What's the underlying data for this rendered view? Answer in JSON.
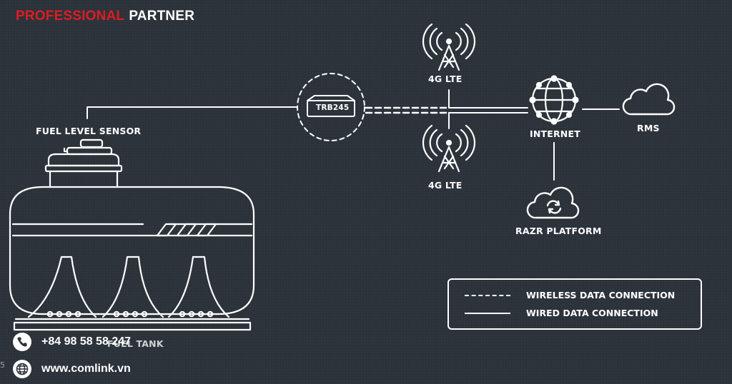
{
  "brand": {
    "part1": "PROFESSIONAL",
    "part2": "PARTNER"
  },
  "nodes": {
    "fuel_level_sensor": "FUEL LEVEL SENSOR",
    "router": "TRB245",
    "tower_top": "4G LTE",
    "tower_bottom": "4G LTE",
    "internet": "INTERNET",
    "rms": "RMS",
    "razr_platform": "RAZR PLATFORM",
    "fuel_tank": "FUEL TANK"
  },
  "legend": {
    "wireless": "WIRELESS DATA CONNECTION",
    "wired": "WIRED DATA CONNECTION"
  },
  "contact": {
    "phone": "+84 98 58 58 247",
    "website": "www.comlink.vn"
  },
  "edge_mark": "5",
  "colors": {
    "background": "#2b323a",
    "brand_red": "#e01b22",
    "line": "#ffffff"
  },
  "icons": [
    "router-icon",
    "cell-tower-icon",
    "globe-icon",
    "cloud-icon",
    "sync-cloud-icon",
    "fuel-tank-icon",
    "phone-icon",
    "globe-contact-icon"
  ]
}
